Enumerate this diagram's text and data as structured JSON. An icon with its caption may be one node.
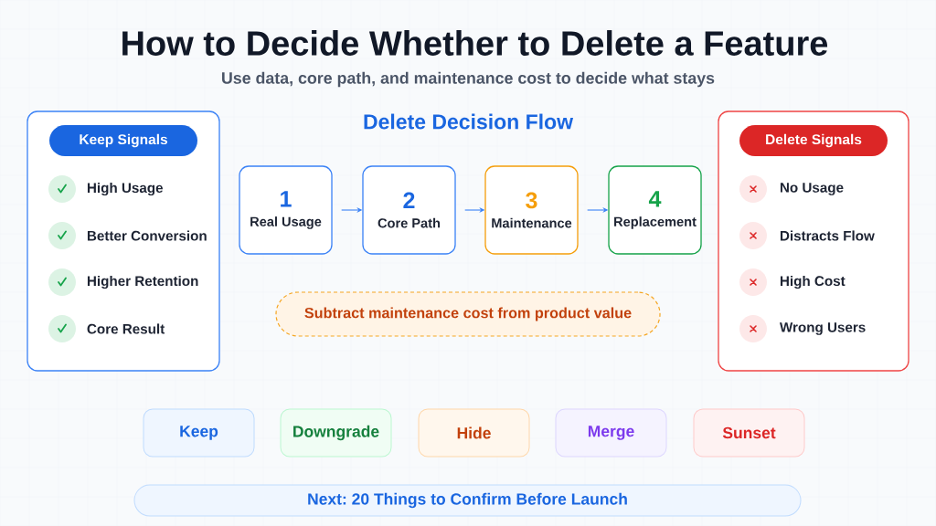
{
  "diagram": {
    "title": "How to Decide Whether to Delete a Feature",
    "nodes": [
      {
        "text": [
          "High Usage",
          "Better Conversion",
          "Higher Retention",
          "Core Result"
        ]
      },
      {
        "text": [
          "Keep Signals"
        ],
        "in": 0
      },
      {
        "text": [
          "1",
          "Real Usage"
        ]
      },
      {
        "text": [
          "2",
          "Core Path"
        ]
      },
      {
        "text": [
          "3",
          "Maintenance"
        ]
      },
      {
        "text": [
          "4",
          "Replacement"
        ]
      },
      {
        "text": [
          "No Usage",
          "Distracts Flow",
          "High Cost",
          "Wrong Users"
        ]
      },
      {
        "text": [
          "Delete Signals"
        ],
        "in": 6
      },
      {
        "text": [
          "Subtract maintenance cost from product value"
        ]
      },
      {
        "text": [
          "Keep"
        ]
      },
      {
        "text": [
          "Downgrade"
        ]
      },
      {
        "text": [
          "Hide"
        ]
      },
      {
        "text": [
          "Merge"
        ]
      },
      {
        "text": [
          "Sunset"
        ]
      },
      {
        "text": [
          "Next: 20 Things to Confirm Before Launch"
        ]
      }
    ],
    "edges": [
      {
        "from": 2,
        "to": 3,
        "arrow": "to"
      },
      {
        "from": 3,
        "to": 4,
        "arrow": "to"
      },
      {
        "from": 4,
        "to": 5,
        "arrow": "to"
      }
    ],
    "labels": [
      "Use data, core path, and maintenance cost to decide what stays",
      "Delete Decision Flow"
    ]
  }
}
